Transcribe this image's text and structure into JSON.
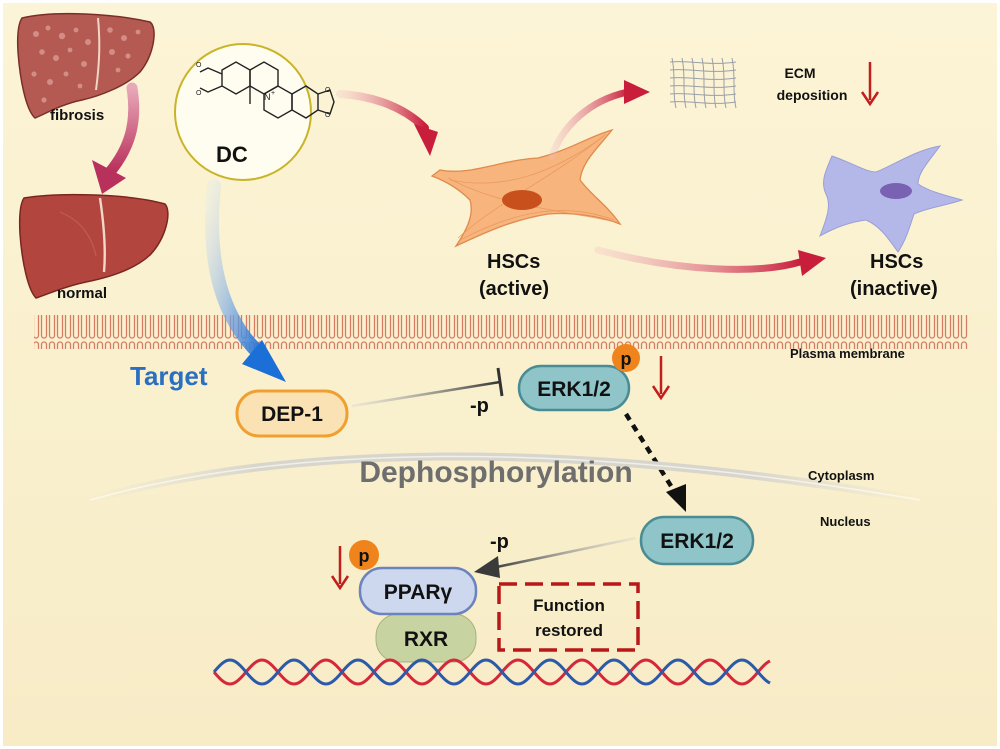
{
  "labels": {
    "fibrosis": "fibrosis",
    "normal": "normal",
    "dc": "DC",
    "hsc_active_line1": "HSCs",
    "hsc_active_line2": "(active)",
    "hsc_inactive_line1": "HSCs",
    "hsc_inactive_line2": "(inactive)",
    "ecm_line1": "ECM",
    "ecm_line2": "deposition",
    "plasma_membrane": "Plasma membrane",
    "target": "Target",
    "dep1": "DEP-1",
    "inhibit_p": "-p",
    "erk_membrane": "ERK1/2",
    "phospho_badge": "p",
    "dephosphorylation": "Dephosphorylation",
    "cytoplasm": "Cytoplasm",
    "nucleus": "Nucleus",
    "erk_nucleus": "ERK1/2",
    "nucleus_p": "-p",
    "ppar_badge": "p",
    "ppar": "PPARγ",
    "rxr": "RXR",
    "function_line1": "Function",
    "function_line2": "restored"
  },
  "colors": {
    "background": "#fcf4d4",
    "membrane": "#d87a62",
    "target_blue": "#2a6fc0",
    "dep1_fill": "#fbe2b4",
    "dep1_stroke": "#f0a030",
    "erk_fill": "#8fc4c8",
    "erk_stroke": "#4a8c94",
    "ppar_fill": "#cdd8ee",
    "ppar_stroke": "#6b84be",
    "rxr_fill": "#c8d3a2",
    "phospho_badge": "#f0841c",
    "down_arrow": "#c11e1e",
    "function_box": "#b81818",
    "dna_red": "#d4283c",
    "dna_blue": "#2d5aa8",
    "hsc_active": "#f7b47c",
    "hsc_inactive": "#b4b8e8"
  },
  "icons": [
    "fibrotic-liver-icon",
    "normal-liver-icon",
    "dc-molecule-icon",
    "ecm-mesh-icon",
    "hsc-active-cell-icon",
    "hsc-inactive-cell-icon",
    "dna-helix-icon"
  ]
}
